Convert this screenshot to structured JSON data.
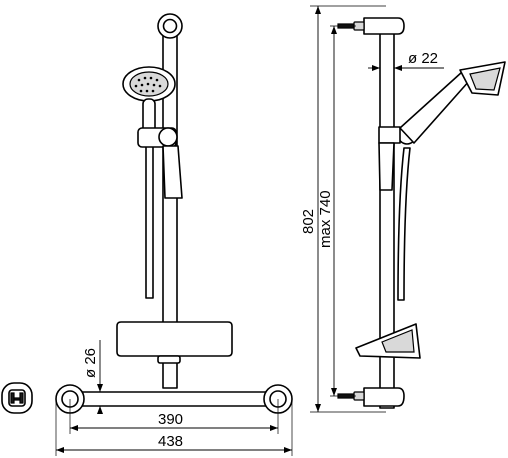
{
  "dimensions": {
    "rail_diameter": "ø 22",
    "width_between_brackets": "390",
    "overall_width": "438",
    "bracket_diameter": "ø 26",
    "overall_height": "802",
    "max_fixing_distance": "max 740"
  },
  "colors": {
    "line": "#000000",
    "fill": "#ffffff",
    "shade": "#d9d9d9"
  }
}
